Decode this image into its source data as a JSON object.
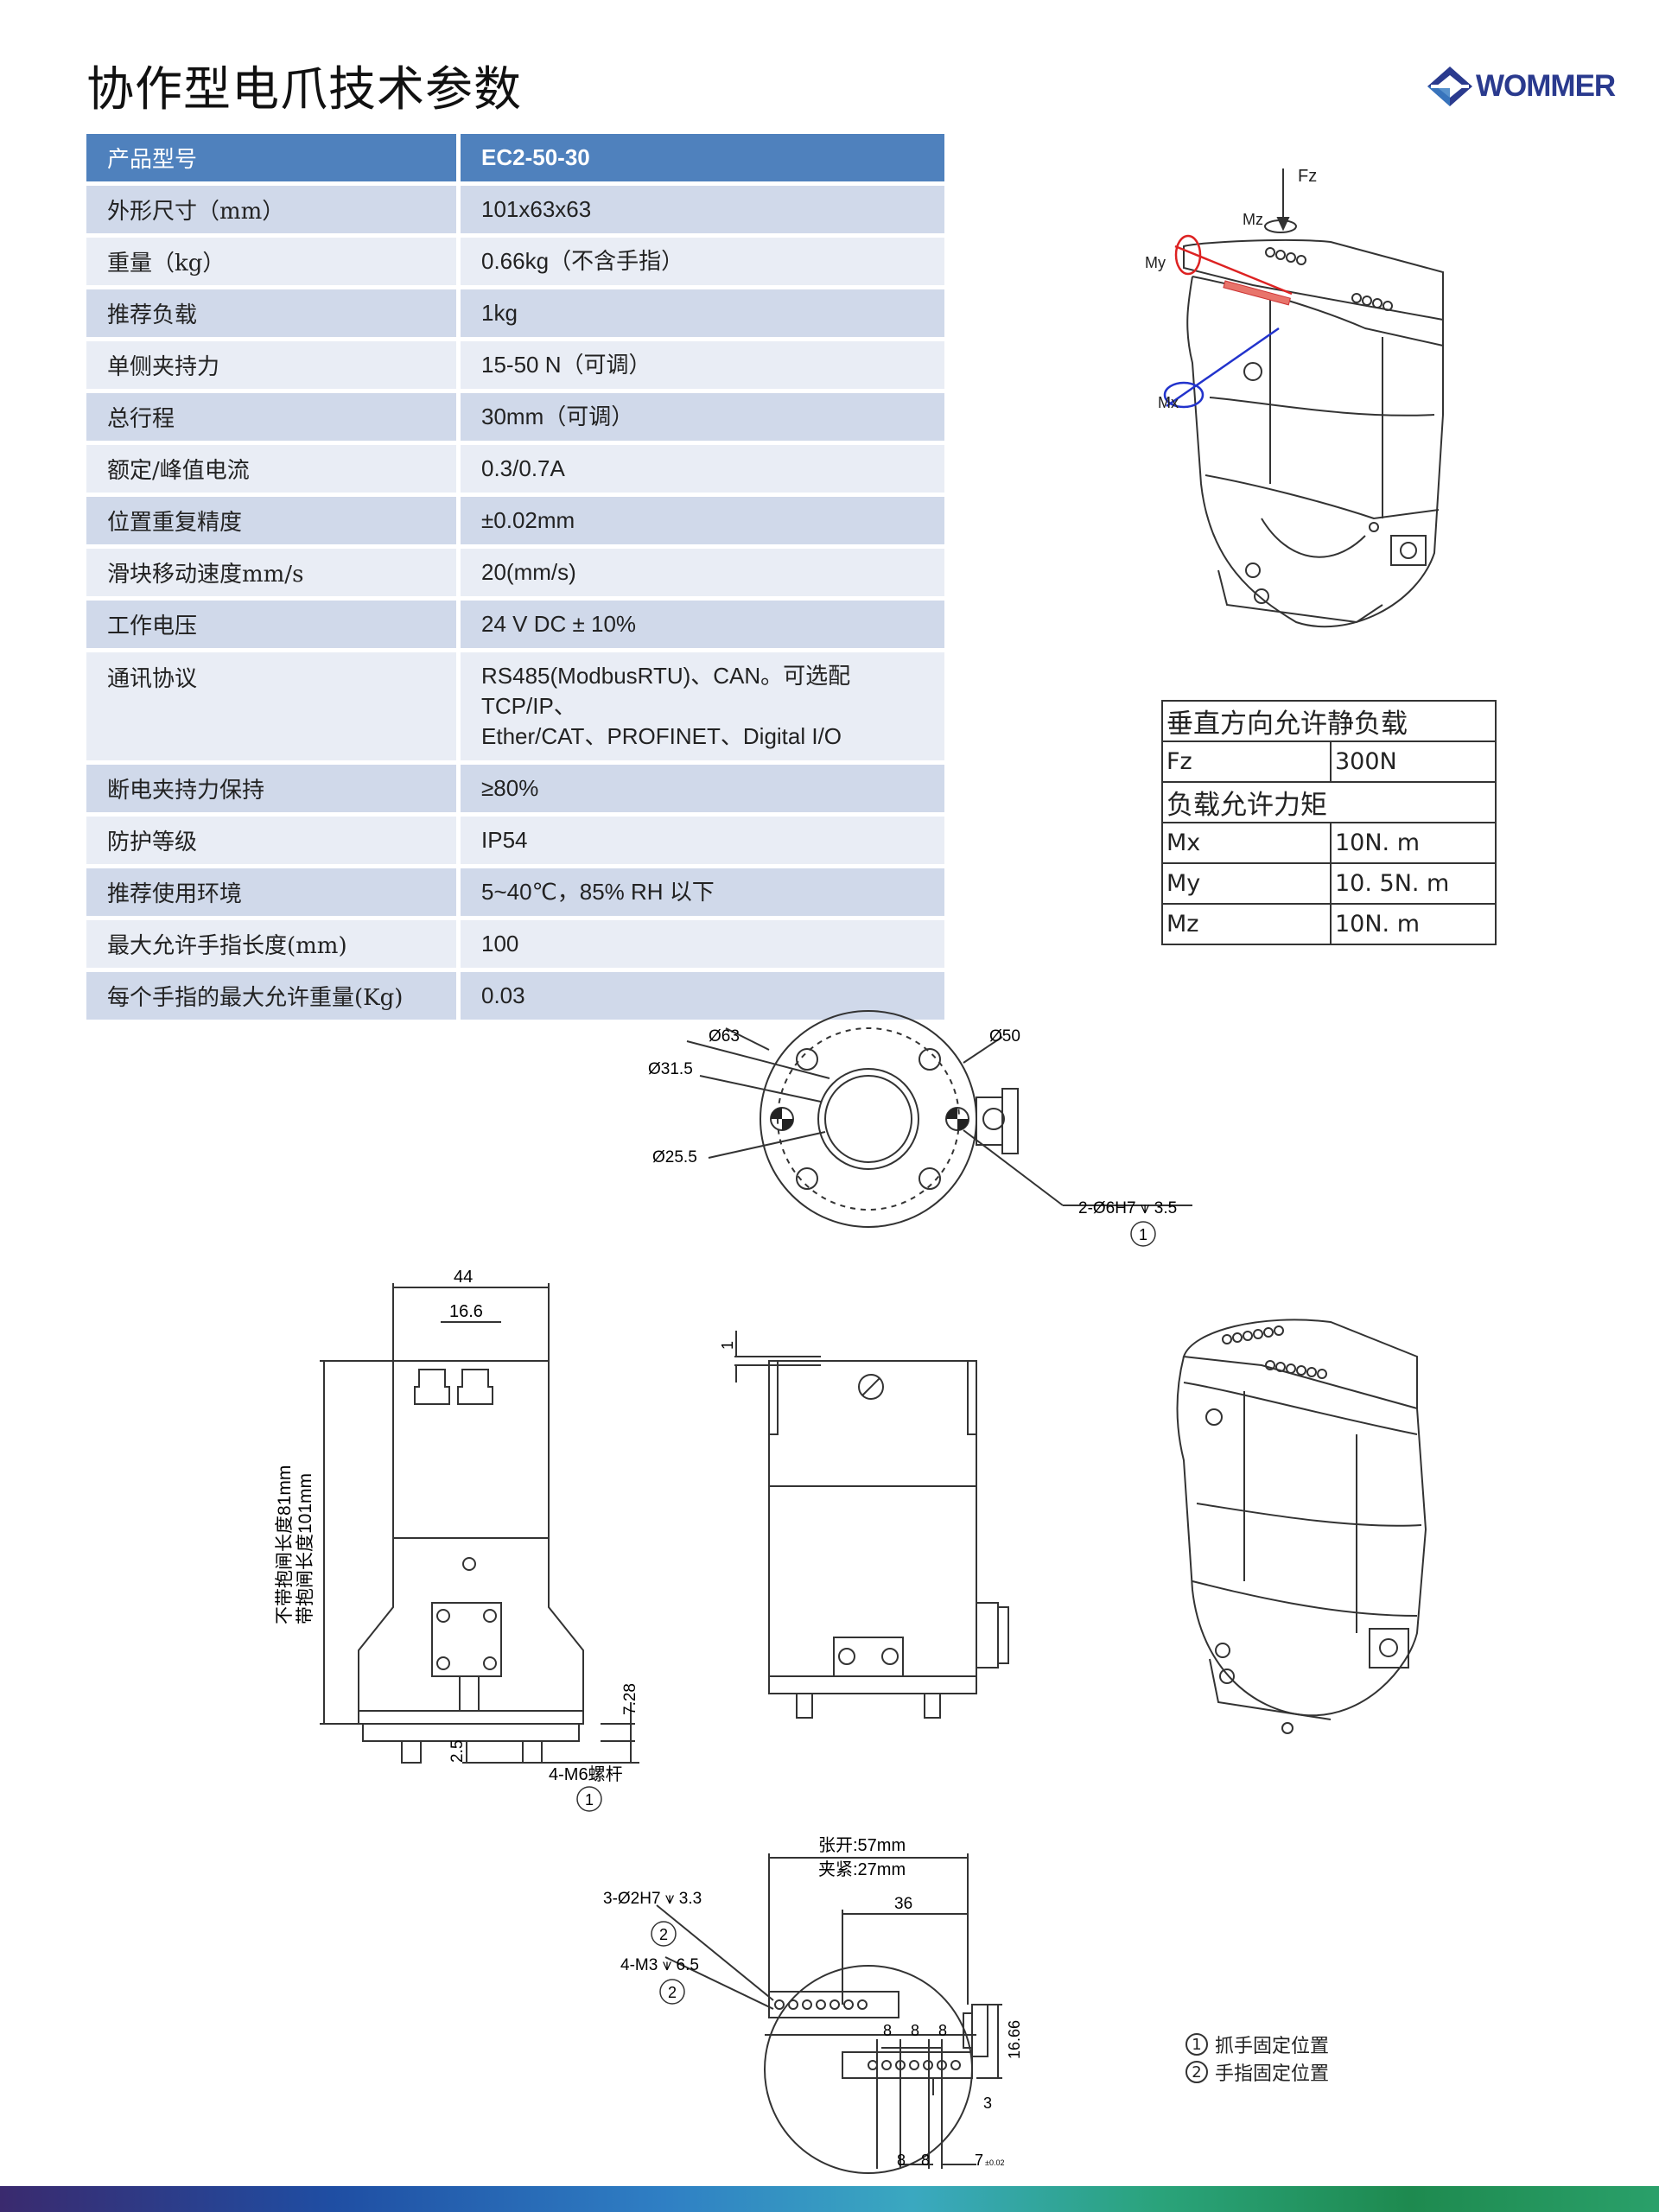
{
  "title": "协作型电爪技术参数",
  "logo": {
    "text": "WOMMER",
    "color": "#2a3a8e"
  },
  "specs": {
    "header": {
      "label": "产品型号",
      "value": "EC2-50-30"
    },
    "rows": [
      {
        "label": "外形尺寸（mm）",
        "value": "101x63x63"
      },
      {
        "label": "重量（kg）",
        "value": "0.66kg（不含手指）"
      },
      {
        "label": "推荐负载",
        "value": "1kg"
      },
      {
        "label": "单侧夹持力",
        "value": "15-50 N（可调）"
      },
      {
        "label": "总行程",
        "value": "30mm（可调）"
      },
      {
        "label": "额定/峰值电流",
        "value": "0.3/0.7A"
      },
      {
        "label": "位置重复精度",
        "value": "±0.02mm"
      },
      {
        "label": "滑块移动速度mm/s",
        "value": "20(mm/s)"
      },
      {
        "label": "工作电压",
        "value": "24 V DC ± 10%"
      },
      {
        "label": "通讯协议",
        "value": "RS485(ModbusRTU)、CAN。可选配TCP/IP、",
        "value2": "Ether/CAT、PROFINET、Digital I/O"
      },
      {
        "label": "断电夹持力保持",
        "value": "≥80%"
      },
      {
        "label": "防护等级",
        "value": "IP54"
      },
      {
        "label": "推荐使用环境",
        "value": "5~40℃，85% RH 以下"
      },
      {
        "label": "最大允许手指长度(mm)",
        "value": "100"
      },
      {
        "label": "每个手指的最大允许重量(Kg)",
        "value": "0.03"
      }
    ]
  },
  "load_table": {
    "vertical_header": "垂直方向允许静负载",
    "fz": {
      "k": "Fz",
      "v": "300N"
    },
    "moment_header": "负载允许力矩",
    "mx": {
      "k": "Mx",
      "v": "10N. m"
    },
    "my": {
      "k": "My",
      "v": "10. 5N. m"
    },
    "mz": {
      "k": "Mz",
      "v": "10N. m"
    }
  },
  "iso_labels": {
    "fz": "Fz",
    "mz": "Mz",
    "my": "My",
    "mx": "Mx"
  },
  "top_view": {
    "d63": "Ø63",
    "d50": "Ø50",
    "d315": "Ø31.5",
    "d255": "Ø25.5",
    "holes": "2-Ø6H7 ⩛ 3.5",
    "callout": "1"
  },
  "front_view": {
    "w44": "44",
    "w166": "16.6",
    "len_no": "不带抱闸长度81mm",
    "len_with": "带抱闸长度101mm",
    "d728": "7.28",
    "d25": "2.5",
    "screw": "4-M6螺杆",
    "callout": "1"
  },
  "side_view": {
    "d1": "1"
  },
  "bottom_view": {
    "open": "张开:57mm",
    "close": "夹紧:27mm",
    "d36": "36",
    "pin": "3-Ø2H7 ⩛ 3.3",
    "callout_a": "2",
    "m3": "4-M3 ⩛ 6.5",
    "callout_b": "2",
    "d8a": "8",
    "d8b": "8",
    "d8c": "8",
    "d1666": "16.66",
    "d3": "3",
    "d8d": "8",
    "d8e": "8",
    "d7": "7",
    "d7tol": "±0.02"
  },
  "legend": [
    {
      "num": "1",
      "text": "抓手固定位置"
    },
    {
      "num": "2",
      "text": "手指固定位置"
    }
  ],
  "colors": {
    "header_blue": "#4f81bd",
    "row_odd": "#d0d9ea",
    "row_even": "#e9edf5"
  }
}
